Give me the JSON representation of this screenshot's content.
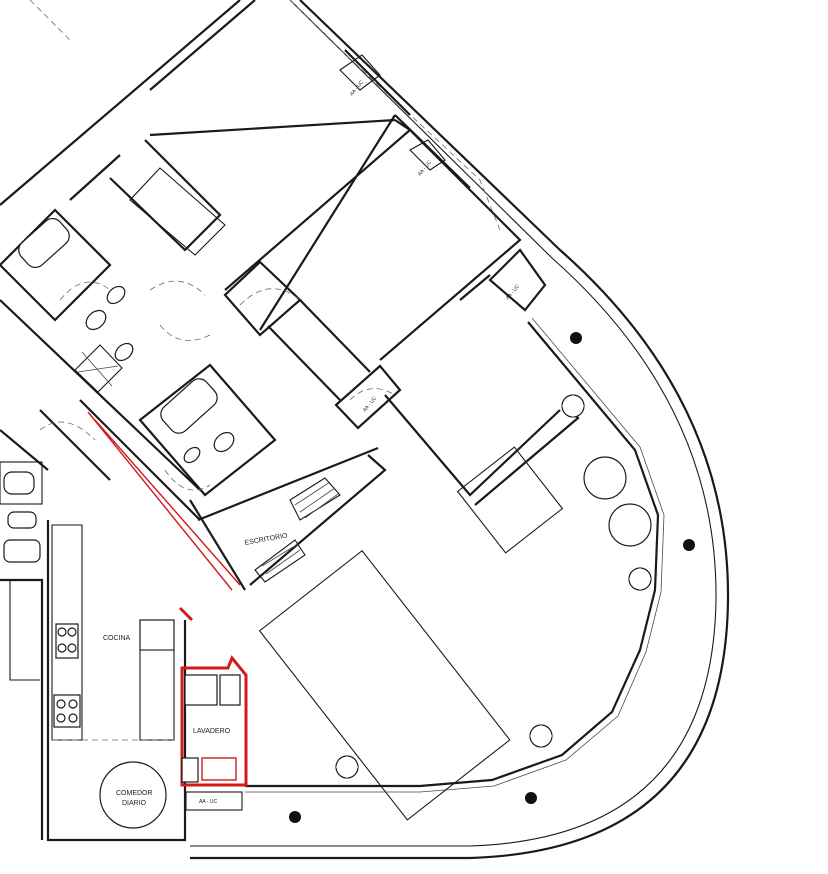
{
  "rooms": {
    "escritorio": "ESCRITORIO",
    "cocina": "COCINA",
    "lavadero": "LAVADERO",
    "comedor_diario_line1": "COMEDOR",
    "comedor_diario_line2": "DIARIO"
  },
  "tags": {
    "aa_uc": "AA - UC",
    "aa_uc_rot_1": "AA - UC",
    "aa_uc_rot_2": "AA - UC",
    "aa_uc_rot_3": "AA - UC",
    "aa_uc_rot_4": "AA - UC"
  },
  "colors": {
    "walls": "#1a1a1a",
    "highlight": "#d11a1a",
    "background": "#ffffff"
  }
}
